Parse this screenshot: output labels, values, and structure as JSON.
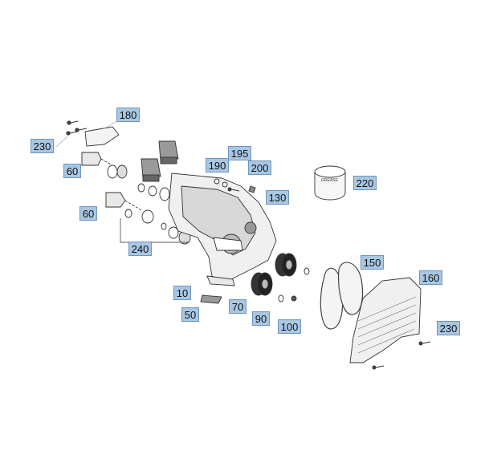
{
  "callouts": {
    "c180": "180",
    "c230_left": "230",
    "c60_top": "60",
    "c195": "195",
    "c190": "190",
    "c200": "200",
    "c130": "130",
    "c220": "220",
    "c60_mid": "60",
    "c240": "240",
    "c150": "150",
    "c160": "160",
    "c10": "10",
    "c70": "70",
    "c50": "50",
    "c90": "90",
    "c100": "100",
    "c230_right": "230"
  },
  "canister_label": "GREASE"
}
